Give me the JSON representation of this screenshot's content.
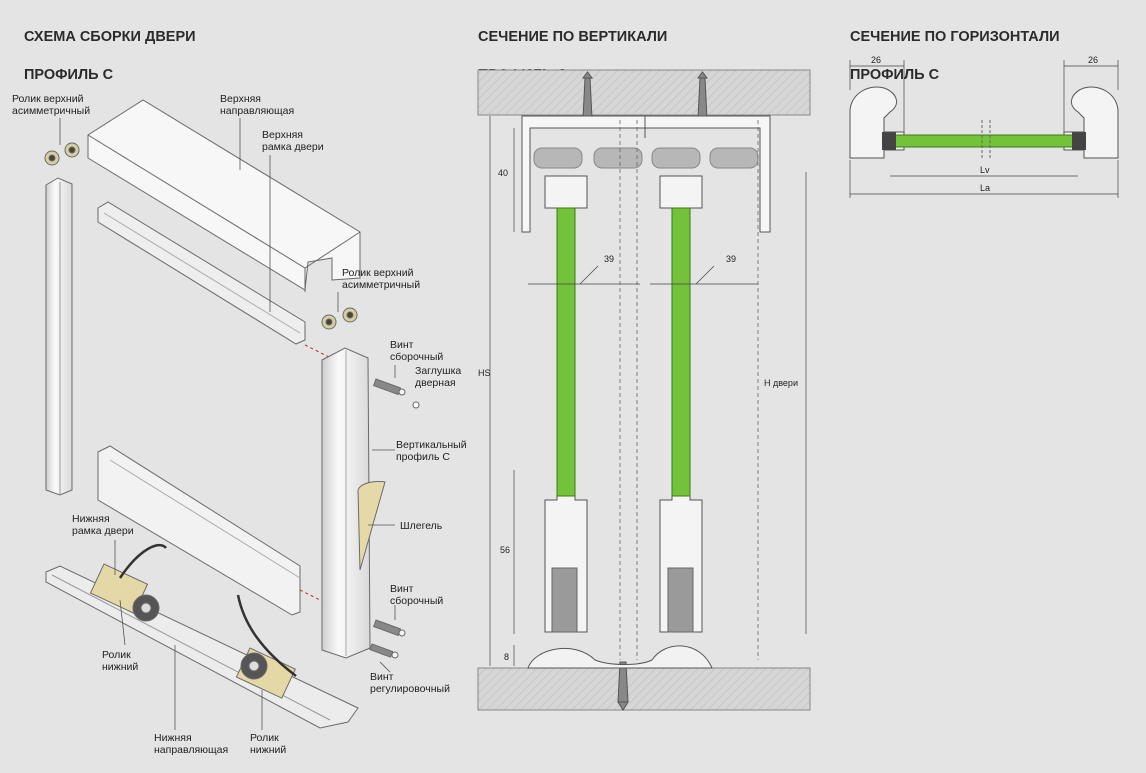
{
  "sections": {
    "assembly": {
      "line1": "СХЕМА СБОРКИ ДВЕРИ",
      "line2": "ПРОФИЛЬ С"
    },
    "vertical": {
      "line1": "СЕЧЕНИЕ ПО ВЕРТИКАЛИ",
      "line2": "ПРОФИЛЬ С"
    },
    "horizontal": {
      "line1": "СЕЧЕНИЕ ПО ГОРИЗОНТАЛИ",
      "line2": "ПРОФИЛЬ С"
    }
  },
  "parts": {
    "roller_top_left": [
      "Ролик верхний",
      "асимметричный"
    ],
    "top_rail": [
      "Верхняя",
      "направляющая"
    ],
    "top_frame": [
      "Верхняя",
      "рамка двери"
    ],
    "roller_top_right": [
      "Ролик верхний",
      "асимметричный"
    ],
    "screw_assembly_top": [
      "Винт",
      "сборочный"
    ],
    "door_plug": [
      "Заглушка",
      "дверная"
    ],
    "vertical_profile": [
      "Вертикальный",
      "профиль С"
    ],
    "schlegel": [
      "Шлегель"
    ],
    "bottom_frame": [
      "Нижняя",
      "рамка двери"
    ],
    "screw_assembly_bottom": [
      "Винт",
      "сборочный"
    ],
    "roller_bottom_left": [
      "Ролик",
      "нижний"
    ],
    "screw_adjust": [
      "Винт",
      "регулировочный"
    ],
    "bottom_rail": [
      "Нижняя",
      "направляющая"
    ],
    "roller_bottom_right": [
      "Ролик",
      "нижний"
    ]
  },
  "dimensions": {
    "top_height": "40",
    "door_width_left": "39",
    "door_width_right": "39",
    "hs": "HS",
    "h_door": "H двери",
    "bottom_height": "56",
    "floor_gap": "8",
    "side_left": "26",
    "side_right": "26",
    "lv": "Lv",
    "la": "La"
  },
  "colors": {
    "glass": "#72c23a",
    "background": "#e4e4e4",
    "profile": "#f4f4f4"
  }
}
